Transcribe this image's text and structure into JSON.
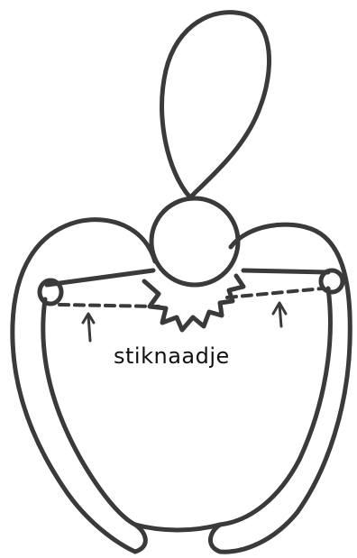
{
  "label": "stiknaadje",
  "colors": {
    "ink": "#3a3a3a",
    "paper": "#ffffff"
  },
  "parts": [
    "loop",
    "ball-head",
    "star-collar",
    "left-arm",
    "right-arm",
    "body",
    "stitch-line",
    "arrow-left",
    "arrow-right"
  ]
}
